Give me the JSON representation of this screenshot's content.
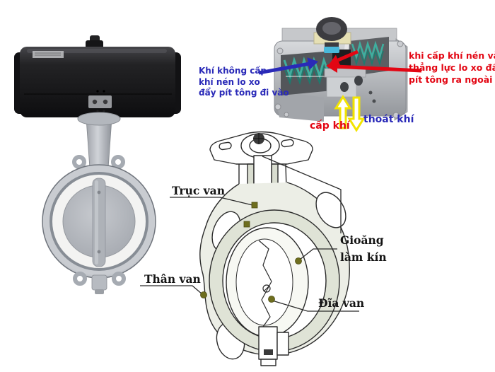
{
  "page": {
    "background": "#ffffff",
    "description_left": "photo of wafer butterfly valve with black pneumatic rotary actuator",
    "description_top_right": "cutaway photo of spring-return pneumatic actuator",
    "description_bottom": "cross-section line drawing of butterfly valve"
  },
  "cutaway": {
    "note_no_air": {
      "lines": [
        "Khí không cấp",
        "khí nén lo xo",
        "đẩy pít tông đi vào"
      ],
      "color": "#2a2ab8"
    },
    "note_air_in": {
      "lines": [
        "khi cấp khí nén vào",
        "thẳng lực lo xo đẩy",
        "pít tông ra ngoài"
      ],
      "color": "#e30613"
    },
    "label_air_supply": {
      "text": "cấp khí",
      "color": "#e30613"
    },
    "label_air_exhaust": {
      "text": "thoát khí",
      "color": "#2a2ab8"
    }
  },
  "valve_diagram": {
    "labels": {
      "stem": "Trục van",
      "body": "Thân van",
      "seal": [
        "Gioăng",
        "làm kín"
      ],
      "disc": "Đĩa van"
    },
    "marker_color": "#6e6e1e",
    "text_color": "#141414"
  },
  "colors": {
    "annotation_blue": "#2a2ab8",
    "annotation_red": "#e30613",
    "annotation_yellow": "#f2e400",
    "actuator_black": "#1a1a1c",
    "steel_gray": "#aeb2b8",
    "seat_white": "#f3f3f2",
    "drawing_line": "#2b2b2b",
    "drawing_shade": "#dfe3d6"
  }
}
